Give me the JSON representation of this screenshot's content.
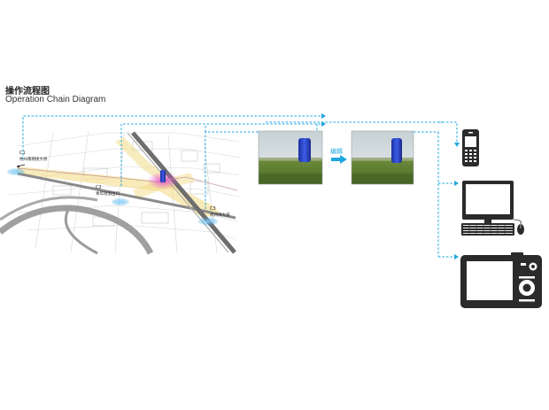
{
  "title": {
    "chinese": "操作流程图",
    "english": "Operation Chain Diagram"
  },
  "map": {
    "points": [
      {
        "code": "C1",
        "name": "杭州南明街大桥"
      },
      {
        "code": "C2",
        "name": "青年街道出口"
      },
      {
        "code": "C3",
        "name": "杭州湾大道"
      }
    ]
  },
  "edit_label": "编辑",
  "devices": [
    "mobile-phone-icon",
    "desktop-computer-icon",
    "digital-camera-icon"
  ],
  "colors": {
    "flow_line": "#1ea7e0",
    "device": "#2b2b2b",
    "highlight": "#f3dc8a",
    "marker": "#3aa6e6"
  }
}
